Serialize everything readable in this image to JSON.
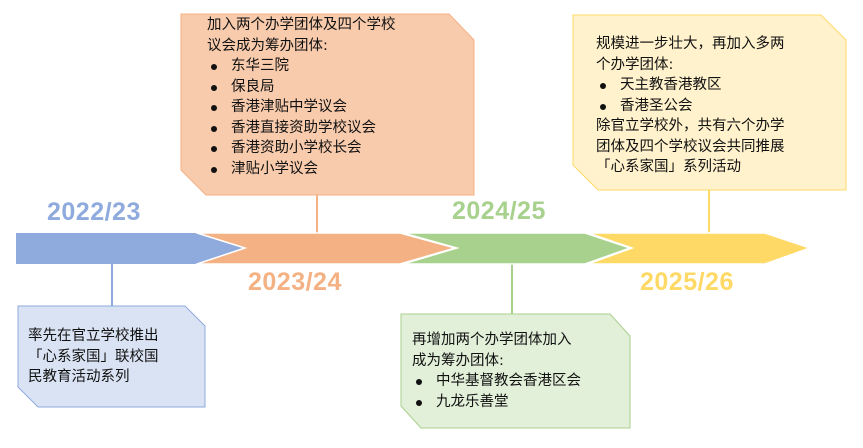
{
  "colors": {
    "blue": "#8faadc",
    "orange": "#f4b183",
    "green": "#a9d18e",
    "yellow": "#ffd966"
  },
  "years": [
    "2022/23",
    "2023/24",
    "2024/25",
    "2025/26"
  ],
  "box_2022": {
    "text_lines": [
      "率先在官立学校推出",
      "「心系家国」联校国",
      "民教育活动系列"
    ]
  },
  "box_2023": {
    "intro": [
      "加入两个办学团体及四个学校",
      "议会成为筹办团体:"
    ],
    "items": [
      "东华三院",
      "保良局",
      "香港津贴中学议会",
      "香港直接资助学校议会",
      "香港资助小学校长会",
      "津贴小学议会"
    ]
  },
  "box_2024": {
    "intro": [
      "再增加两个办学团体加入",
      "成为筹办团体:"
    ],
    "items": [
      "中华基督教会香港区会",
      "九龙乐善堂"
    ]
  },
  "box_2025": {
    "intro": [
      "规模进一步壮大，再加入多两",
      "个办学团体:"
    ],
    "items": [
      "天主教香港教区",
      "香港圣公会"
    ],
    "outro": [
      "除官立学校外，共有六个办学",
      "团体及四个学校议会共同推展",
      "「心系家国」系列活动"
    ]
  }
}
